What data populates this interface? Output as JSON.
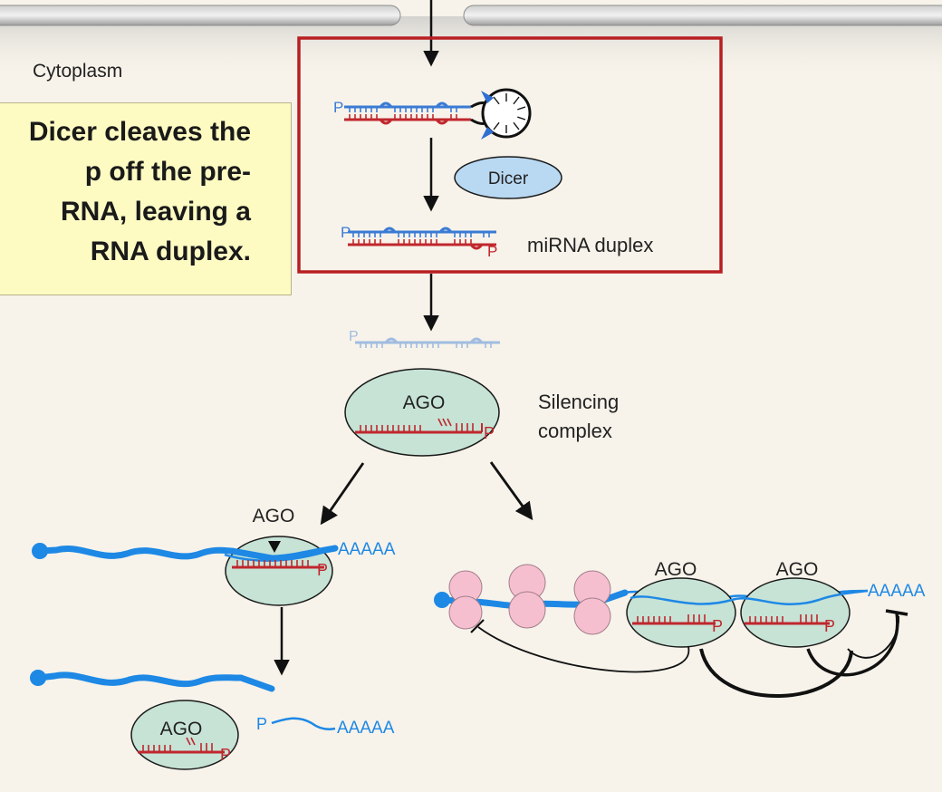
{
  "labels": {
    "cytoplasm": "Cytoplasm",
    "dicer": "Dicer",
    "mirna_duplex": "miRNA duplex",
    "ago": "AGO",
    "silencing_complex": [
      "Silencing",
      "complex"
    ],
    "poly_a": "AAAAA",
    "phosphate": "P"
  },
  "callout": {
    "lines": [
      "Dicer cleaves the",
      "p off the pre-",
      "RNA, leaving a",
      "RNA duplex."
    ]
  },
  "colors": {
    "background": "#f7f3ea",
    "highlight_box": "#b81e22",
    "guide_strand": "#c0272d",
    "passenger_strand": "#3a7bd5",
    "mrna": "#1e88e5",
    "ago_fill": "#c6e3d6",
    "dicer_fill": "#b9d8f2",
    "ribosome_fill": "#f6bfd0",
    "callout_fill": "#fdfbc2"
  }
}
